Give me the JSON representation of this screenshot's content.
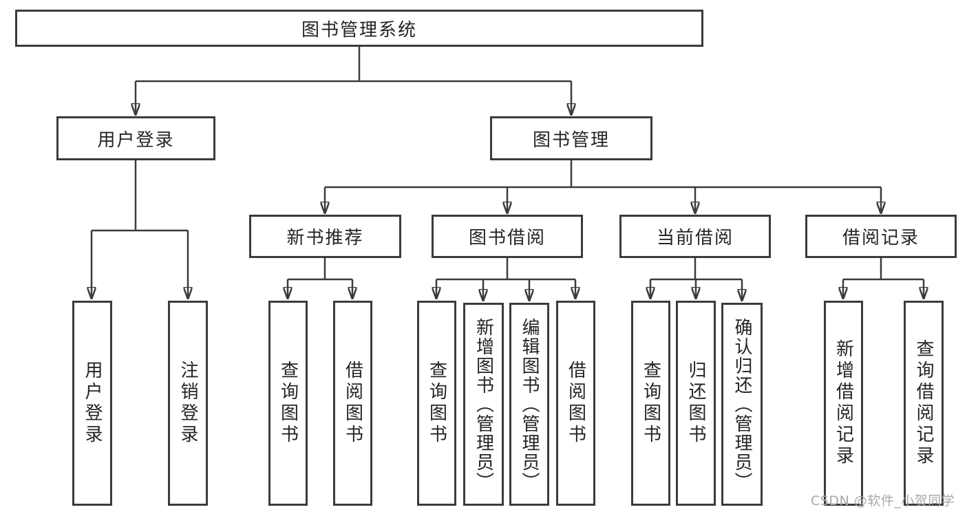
{
  "nodes": {
    "root": "图书管理系统",
    "user_login": "用户登录",
    "book_mgmt": "图书管理",
    "new_books": "新书推荐",
    "book_borrow": "图书借阅",
    "current_borrow": "当前借阅",
    "borrow_records": "借阅记录"
  },
  "leaves": {
    "user_login": [
      "用户登录",
      "注销登录"
    ],
    "new_books": [
      "查询图书",
      "借阅图书"
    ],
    "book_borrow": [
      "查询图书",
      "新增图书（管理员）",
      "编辑图书（管理员）",
      "借阅图书"
    ],
    "current_borrow": [
      "查询图书",
      "归还图书",
      "确认归还（管理员）"
    ],
    "borrow_records": [
      "新增借阅记录",
      "查询借阅记录"
    ]
  },
  "watermark": "CSDN @软件_小贺同学",
  "colors": {
    "line": "#3b3b3b",
    "text": "#242424",
    "background": "#ffffff",
    "watermark": "#aba7a7"
  }
}
